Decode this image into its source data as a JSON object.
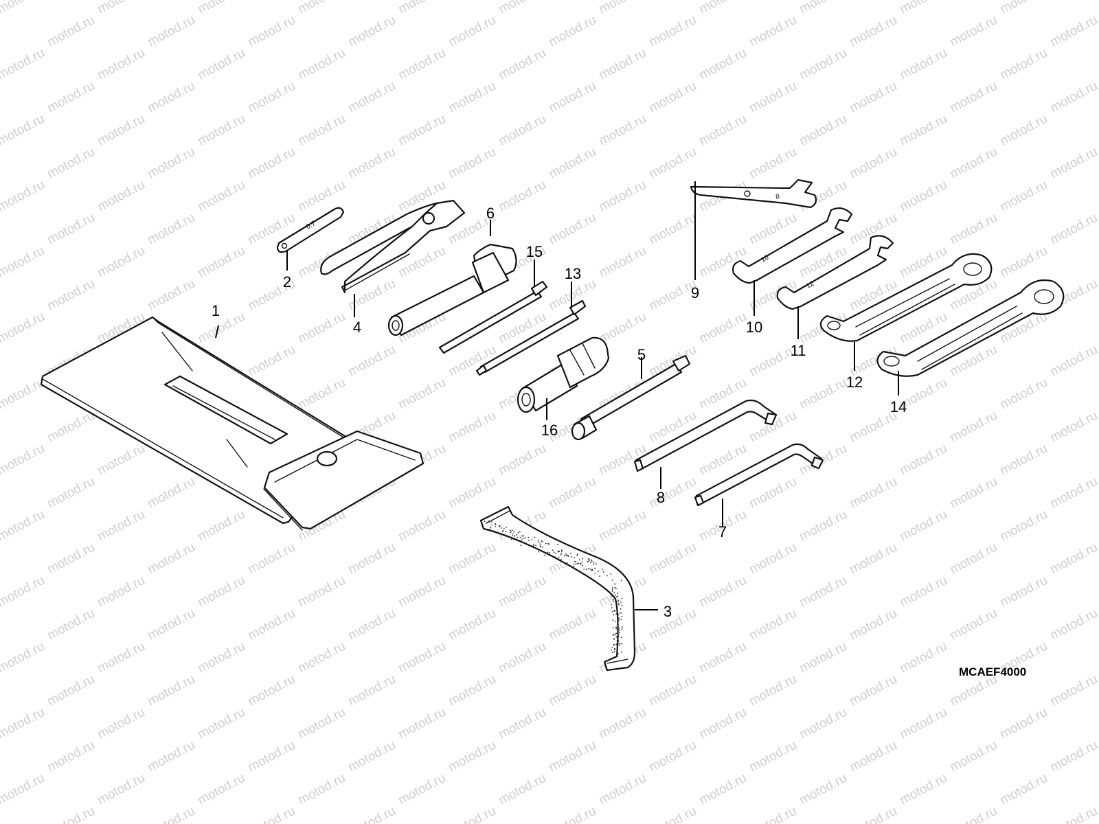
{
  "watermark": {
    "text": "motod.ru",
    "color": "#cfcfcf"
  },
  "diagram_code": "MCAEF4000",
  "callouts": {
    "c1": "1",
    "c2": "2",
    "c3": "3",
    "c4": "4",
    "c5": "5",
    "c6": "6",
    "c7": "7",
    "c8": "8",
    "c9": "9",
    "c10": "10",
    "c11": "11",
    "c12": "12",
    "c13": "13",
    "c14": "14",
    "c15": "15",
    "c16": "16"
  }
}
